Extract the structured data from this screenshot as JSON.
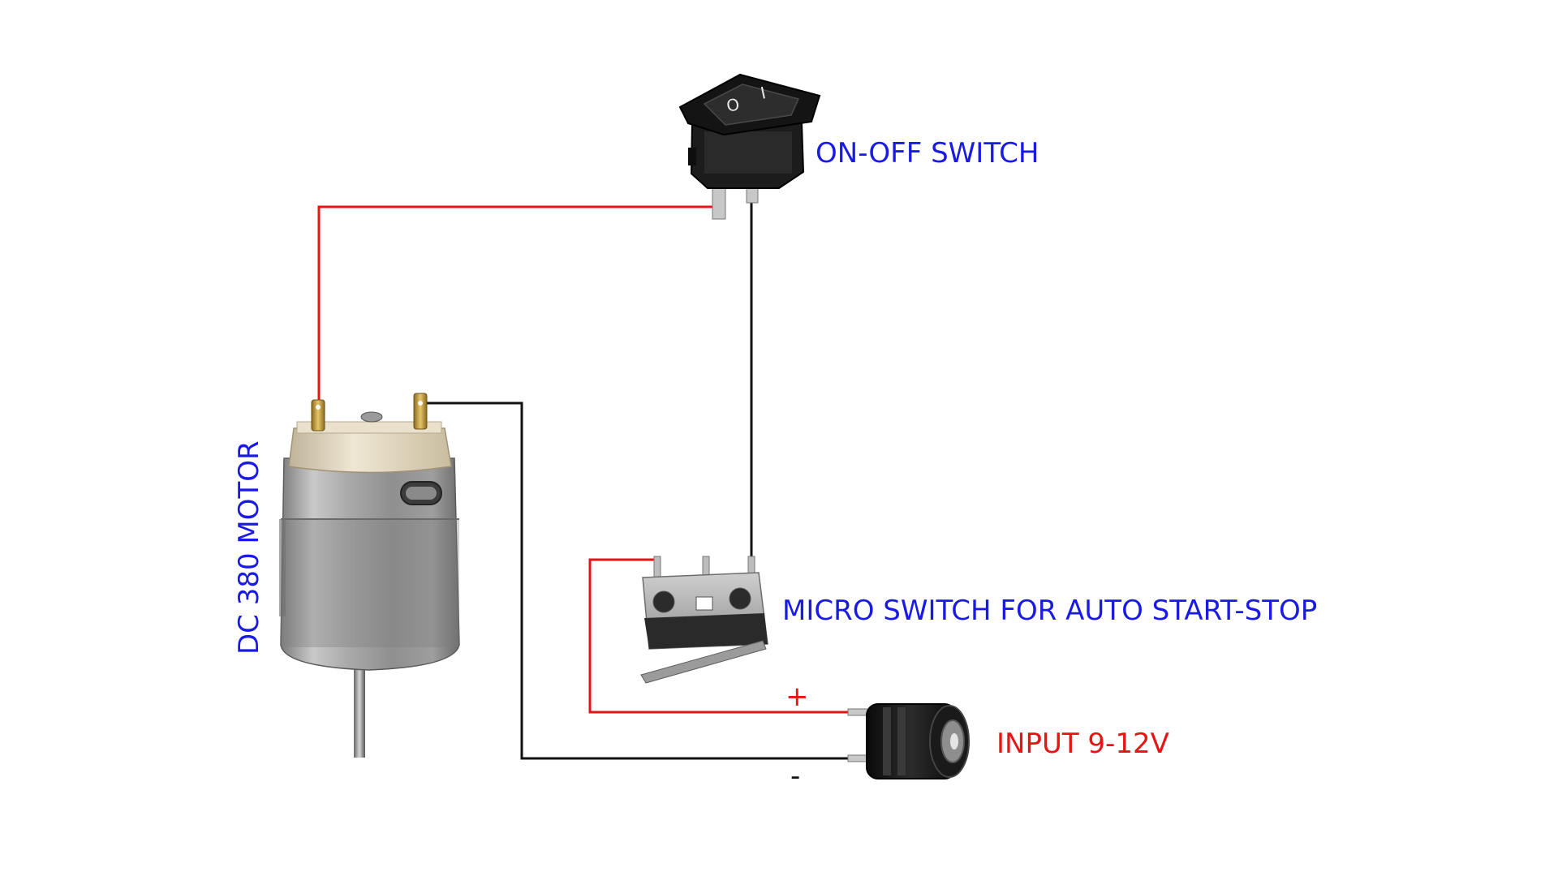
{
  "labels": {
    "motor": "DC 380 MOTOR",
    "on_off_switch": "ON-OFF SWITCH",
    "micro_switch": "MICRO SWITCH FOR AUTO START-STOP",
    "input": "INPUT 9-12V",
    "plus": "+",
    "minus": "-"
  },
  "switch_markings": {
    "off": "O",
    "on": "I"
  },
  "colors": {
    "label_blue": "#1a1ae6",
    "label_red": "#e61414",
    "wire_red": "#e61414",
    "wire_black": "#111111"
  },
  "wires": [
    {
      "color": "red",
      "from": "dc-380-motor",
      "to": "on-off-switch"
    },
    {
      "color": "black",
      "from": "on-off-switch",
      "to": "micro-switch"
    },
    {
      "color": "red",
      "from": "micro-switch",
      "to": "dc-jack",
      "polarity": "+"
    },
    {
      "color": "black",
      "from": "dc-380-motor",
      "to": "dc-jack",
      "polarity": "-"
    }
  ]
}
